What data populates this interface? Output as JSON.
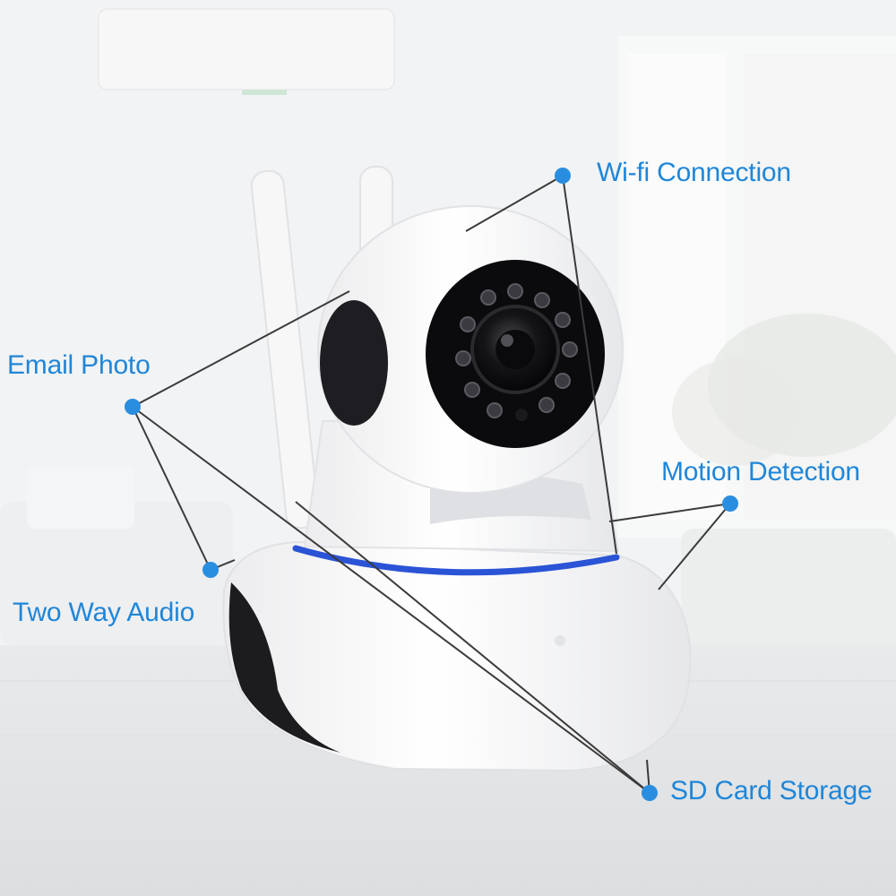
{
  "features": {
    "wifi": "Wi-fi Connection",
    "email": "Email Photo",
    "motion": "Motion Detection",
    "audio": "Two Way Audio",
    "sd": "SD Card Storage"
  },
  "colors": {
    "accent": "#1f86d8",
    "dot": "#2a8ee0",
    "line": "#3b3b3b",
    "ring": "#2a53d6"
  }
}
